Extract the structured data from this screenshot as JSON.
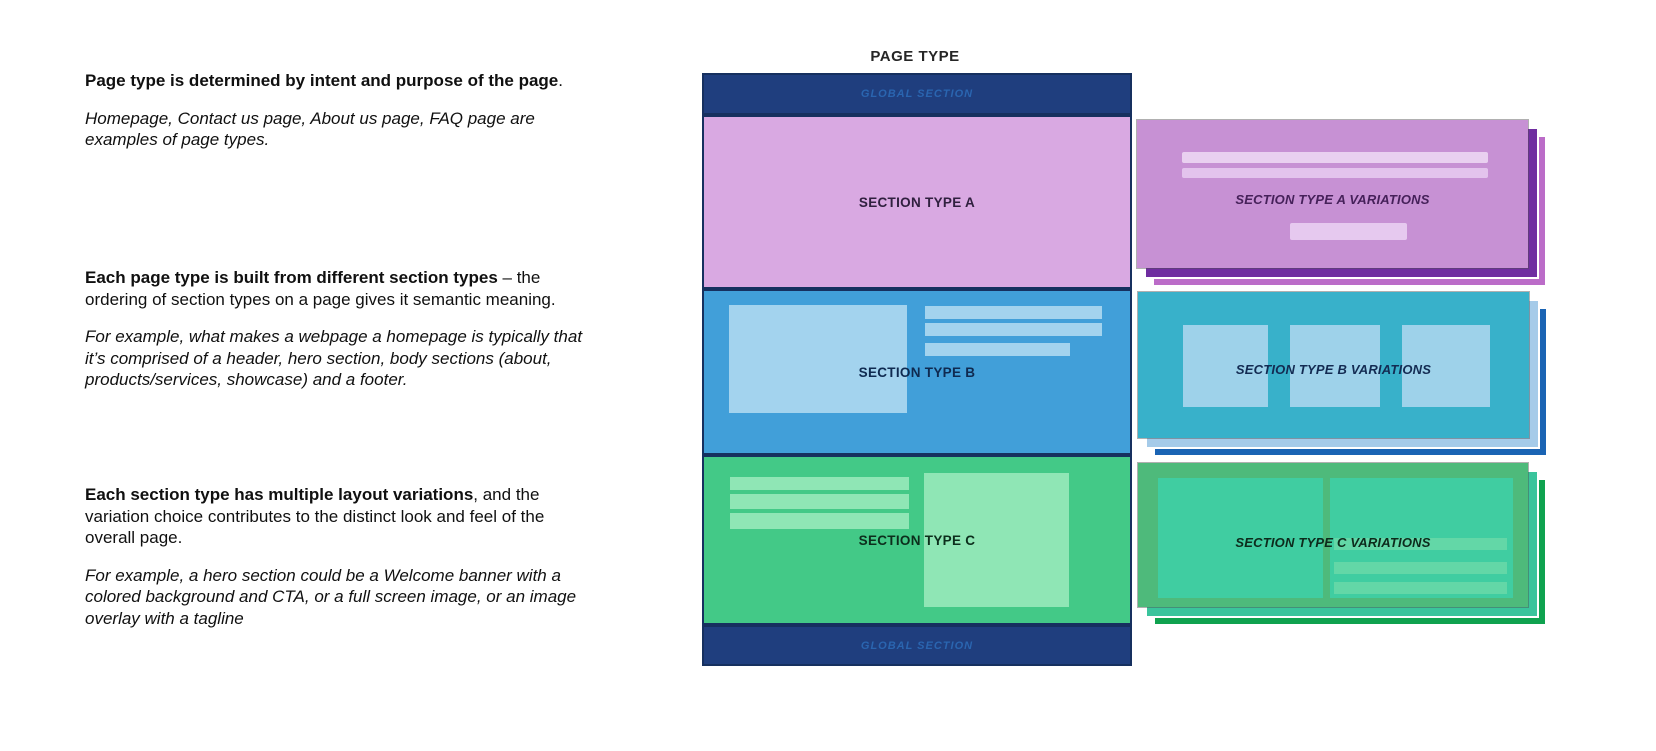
{
  "left_column": {
    "blocks": [
      {
        "heading_bold": "Page type is determined by intent and purpose of the page",
        "heading_rest": ".",
        "detail": "Homepage, Contact us page, About us page, FAQ page are examples of page types."
      },
      {
        "heading_bold": "Each page type is built from different section types",
        "heading_rest": " – the ordering of section types on a page gives it semantic meaning.",
        "detail": "For example, what makes a webpage a homepage is typically that it’s comprised of a header, hero section, body sections (about, products/services, showcase) and a footer."
      },
      {
        "heading_bold": "Each section type has multiple layout variations",
        "heading_rest": ", and the variation choice contributes to the distinct look and feel of the overall page.",
        "detail": "For example, a hero section could be a Welcome banner with a colored background and CTA, or a full screen image, or an image overlay with a tagline"
      }
    ]
  },
  "diagram": {
    "title": "PAGE TYPE",
    "global_top": "GLOBAL SECTION",
    "global_bottom": "GLOBAL SECTION",
    "sections": [
      {
        "label": "SECTION TYPE A"
      },
      {
        "label": "SECTION TYPE B"
      },
      {
        "label": "SECTION TYPE C"
      }
    ],
    "variations": [
      {
        "label": "SECTION TYPE A VARIATIONS"
      },
      {
        "label": "SECTION TYPE B VARIATIONS"
      },
      {
        "label": "SECTION TYPE C VARIATIONS"
      }
    ]
  },
  "colors": {
    "navy_bar": "#1f3e7e",
    "navy_border": "#16305f",
    "global_section_text": "#2a65b0",
    "section_a_bg": "#d9a9e2",
    "section_b_bg": "#419fd9",
    "section_b_placeholder": "#a3d3ee",
    "section_c_bg": "#43c987",
    "section_c_placeholder": "#8fe6b5",
    "variations_a_bg": "#c791d4",
    "variations_a_placeholder": "#e9d0f0",
    "variations_a_mid_layer": "#6f2da0",
    "variations_a_back_layer": "#bb6cc8",
    "variations_b_bg": "#38b1ca",
    "variations_b_placeholder": "#9ed2ea",
    "variations_b_mid_layer": "#a5cbe9",
    "variations_b_back_layer": "#1a64b4",
    "variations_c_bg": "#4eba7b",
    "variations_c_placeholder": "#40cda1",
    "variations_c_bar": "#63d7a7",
    "variations_c_mid_layer": "#3ac49c",
    "variations_c_back_layer": "#0fa24f"
  }
}
